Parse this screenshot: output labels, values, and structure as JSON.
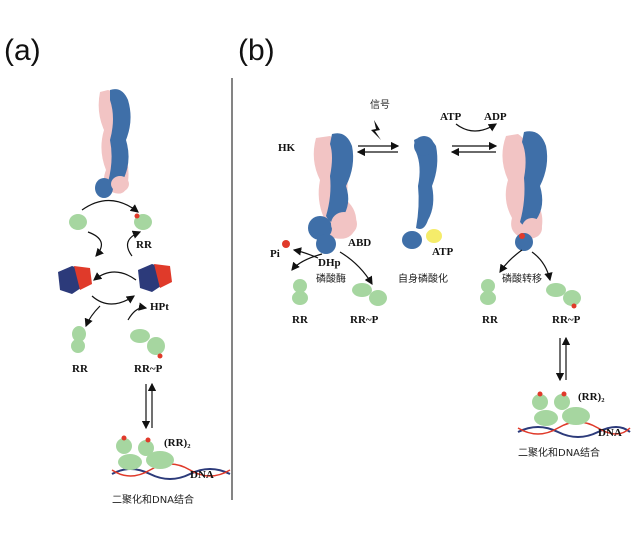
{
  "panel_a": {
    "label": "(a)",
    "rr_top": "RR",
    "hpt": "HPt",
    "rr": "RR",
    "rr_p": "RR~P",
    "rr2": "(RR)₂",
    "dna": "DNA",
    "caption": "二聚化和DNA结合"
  },
  "panel_b": {
    "label": "(b)",
    "hk": "HK",
    "signal": "信号",
    "atp_top": "ATP",
    "adp_top": "ADP",
    "pi": "Pi",
    "abd": "ABD",
    "dhp": "DHp",
    "atp_mid": "ATP",
    "phosphatase": "磷酸酶",
    "autophos": "自身磷酸化",
    "transfer": "磷酸转移",
    "rr_left": "RR",
    "rrp_left": "RR~P",
    "rr_right": "RR",
    "rrp_right": "RR~P",
    "rr2": "(RR)₂",
    "dna": "DNA",
    "caption": "二聚化和DNA结合"
  },
  "colors": {
    "blue": "#3f6fa8",
    "pink": "#f2c4c4",
    "green": "#a6d6a0",
    "red": "#e03a2a",
    "navy": "#2c3a7a",
    "yellow": "#f5ec6a"
  }
}
